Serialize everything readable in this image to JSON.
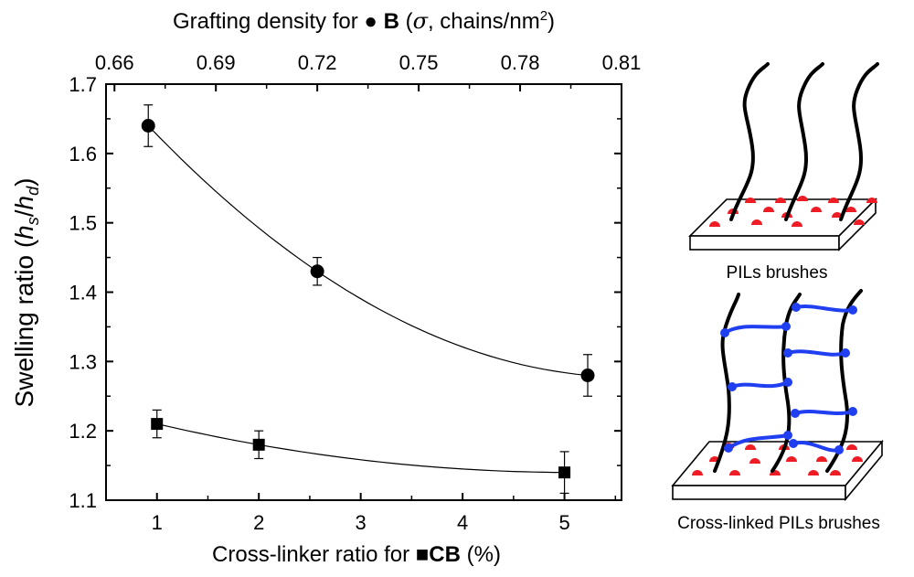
{
  "chart_data": {
    "type": "scatter",
    "y_axis": {
      "label_main": "Swelling ratio (",
      "label_h1": "h",
      "label_sub1": "s",
      "label_slash": "/",
      "label_h2": "h",
      "label_sub2": "d",
      "label_close": ")",
      "ylim": [
        1.1,
        1.7
      ],
      "ticks": [
        "1.1",
        "1.2",
        "1.3",
        "1.4",
        "1.5",
        "1.6",
        "1.7"
      ]
    },
    "x_bottom": {
      "label_pre": "Cross-linker ratio for",
      "label_marker": "■",
      "label_bold": "CB",
      "label_post": "(%)",
      "xlim": [
        0.5,
        5.56
      ],
      "ticks": [
        "1",
        "2",
        "3",
        "4",
        "5"
      ]
    },
    "x_top": {
      "label_pre": "Grafting density for",
      "label_marker": "●",
      "label_bold": "B",
      "label_paren_open": "(",
      "label_sigma": "σ",
      "label_units": ", chains/nm",
      "label_sup": "2",
      "label_close": ")",
      "xlim": [
        0.6575,
        0.81
      ],
      "ticks": [
        "0.66",
        "0.69",
        "0.72",
        "0.75",
        "0.78",
        "0.81"
      ]
    },
    "series": [
      {
        "marker": "circle",
        "axis": "top",
        "x": [
          0.67,
          0.72,
          0.8
        ],
        "y": [
          1.64,
          1.43,
          1.28
        ],
        "err": [
          0.03,
          0.02,
          0.03
        ]
      },
      {
        "marker": "square",
        "axis": "bottom",
        "x": [
          1,
          2,
          5
        ],
        "y": [
          1.21,
          1.18,
          1.14
        ],
        "err": [
          0.02,
          0.02,
          0.03
        ]
      }
    ]
  },
  "illustrations": {
    "top_caption": "PILs brushes",
    "bottom_caption": "Cross-linked PILs brushes",
    "chain_color": "#000000",
    "crosslink_color": "#1f3ff0",
    "anchor_color": "#ee1c24"
  }
}
